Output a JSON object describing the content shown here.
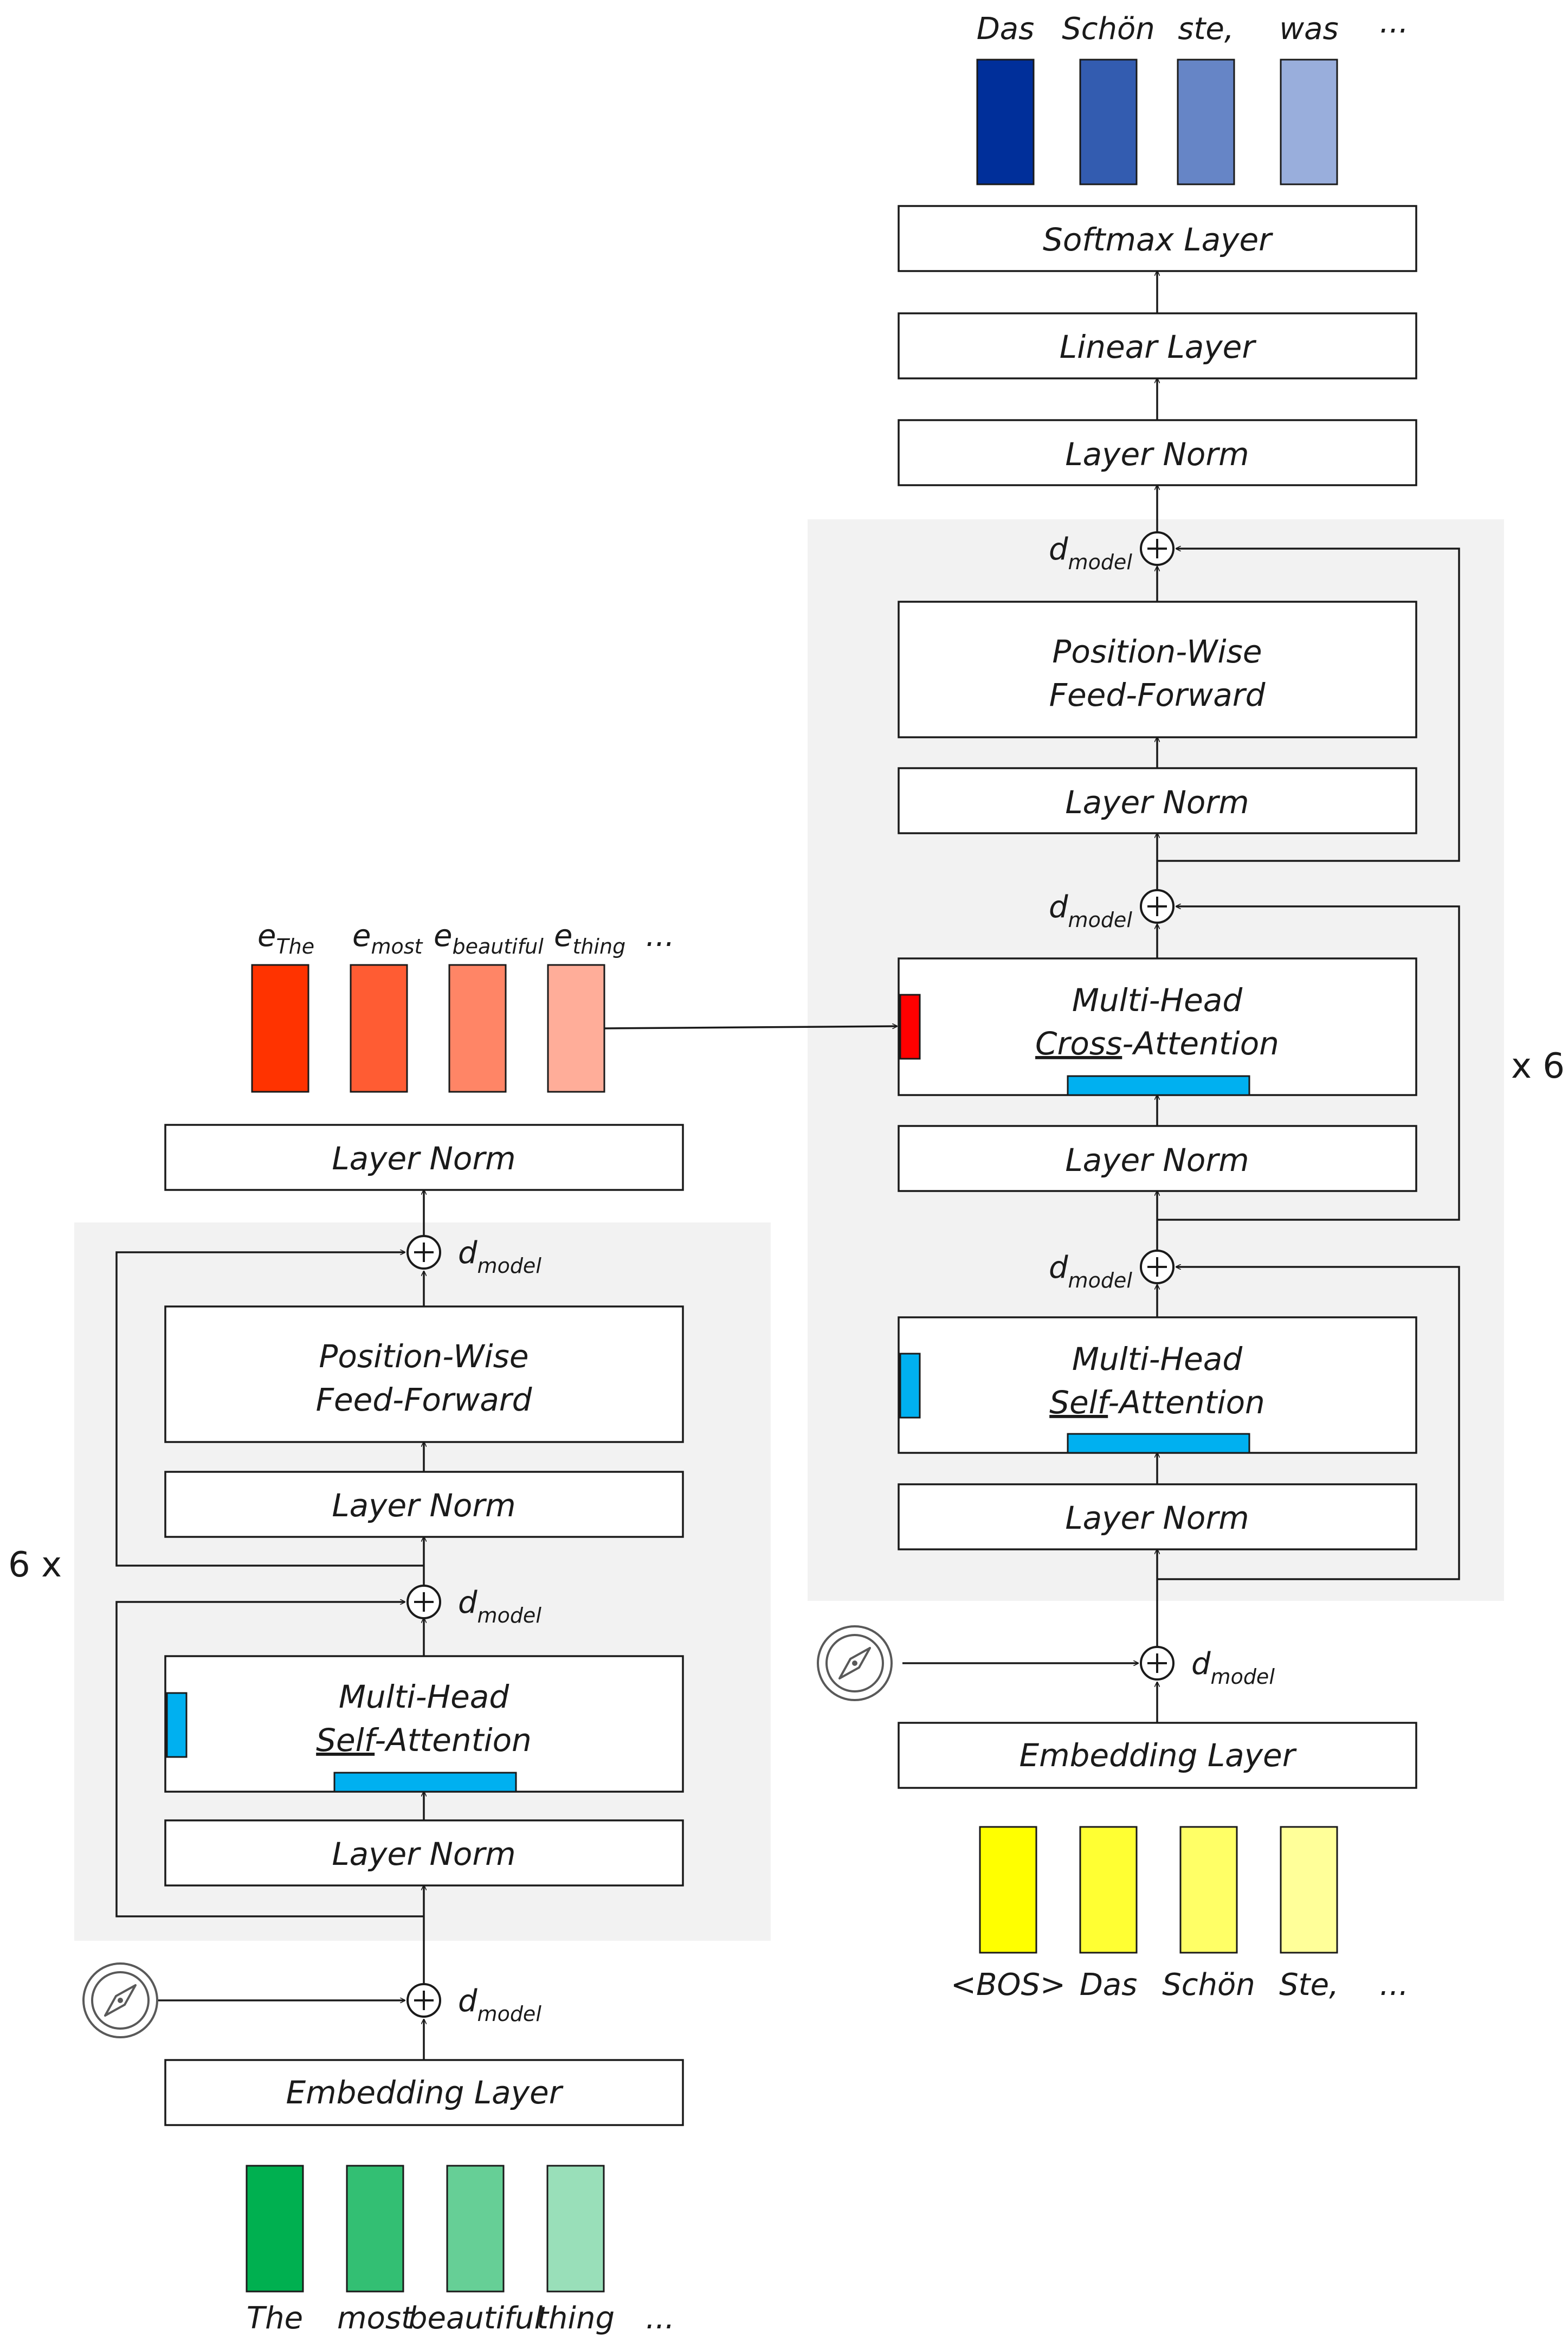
{
  "colors": {
    "block_fill": "#ffffff",
    "block_stroke": "#1a1a1a",
    "panel_fill": "#f2f2f2",
    "attention_bar": "#00b0f0",
    "cross_query_bar": "#ff0000",
    "arrow": "#1a1a1a"
  },
  "encoder": {
    "repeat_label": "6 x",
    "input_tokens": [
      {
        "label": "The",
        "color": "#00b050"
      },
      {
        "label": "most",
        "color": "#33bf73"
      },
      {
        "label": "beautiful",
        "color": "#66cf96"
      },
      {
        "label": "thing",
        "color": "#99dfb9"
      }
    ],
    "input_ellipsis": "...",
    "embedding_layer": "Embedding Layer",
    "positional_encoding_icon": "compass-icon",
    "dmodel_main": "d",
    "dmodel_sub": "model",
    "layer_norm_1": "Layer Norm",
    "self_attention": {
      "line1": "Multi-Head",
      "line2_underlined": "Self",
      "line2_rest": "-Attention"
    },
    "layer_norm_2": "Layer Norm",
    "feed_forward": {
      "line1": "Position-Wise",
      "line2": "Feed-Forward"
    },
    "final_layer_norm": "Layer Norm",
    "output_embeddings": [
      {
        "main": "e",
        "sub": "The",
        "color": "#ff3300"
      },
      {
        "main": "e",
        "sub": "most",
        "color": "#ff5c33"
      },
      {
        "main": "e",
        "sub": "beautiful",
        "color": "#ff8566"
      },
      {
        "main": "e",
        "sub": "thing",
        "color": "#ffad99"
      }
    ],
    "output_ellipsis": "..."
  },
  "decoder": {
    "repeat_label": "x 6",
    "input_tokens": [
      {
        "label": "<BOS>",
        "color": "#ffff00"
      },
      {
        "label": "Das",
        "color": "#ffff33"
      },
      {
        "label": "Schön",
        "color": "#ffff66"
      },
      {
        "label": "Ste,",
        "color": "#ffff99"
      }
    ],
    "input_ellipsis": "...",
    "embedding_layer": "Embedding Layer",
    "positional_encoding_icon": "compass-icon",
    "dmodel_main": "d",
    "dmodel_sub": "model",
    "layer_norm_1": "Layer Norm",
    "self_attention": {
      "line1": "Multi-Head",
      "line2_underlined": "Self",
      "line2_rest": "-Attention"
    },
    "layer_norm_2": "Layer Norm",
    "cross_attention": {
      "line1": "Multi-Head",
      "line2_underlined": "Cross",
      "line2_rest": "-Attention"
    },
    "layer_norm_3": "Layer Norm",
    "feed_forward": {
      "line1": "Position-Wise",
      "line2": "Feed-Forward"
    },
    "final_layer_norm": "Layer Norm",
    "linear_layer": "Linear Layer",
    "softmax_layer": "Softmax Layer",
    "output_tokens": [
      {
        "label": "Das",
        "color": "#002f9a"
      },
      {
        "label": "Schön",
        "color": "#335cb0"
      },
      {
        "label": "ste,",
        "color": "#6685c6"
      },
      {
        "label": "was",
        "color": "#99aedc"
      }
    ],
    "output_ellipsis": "..."
  }
}
